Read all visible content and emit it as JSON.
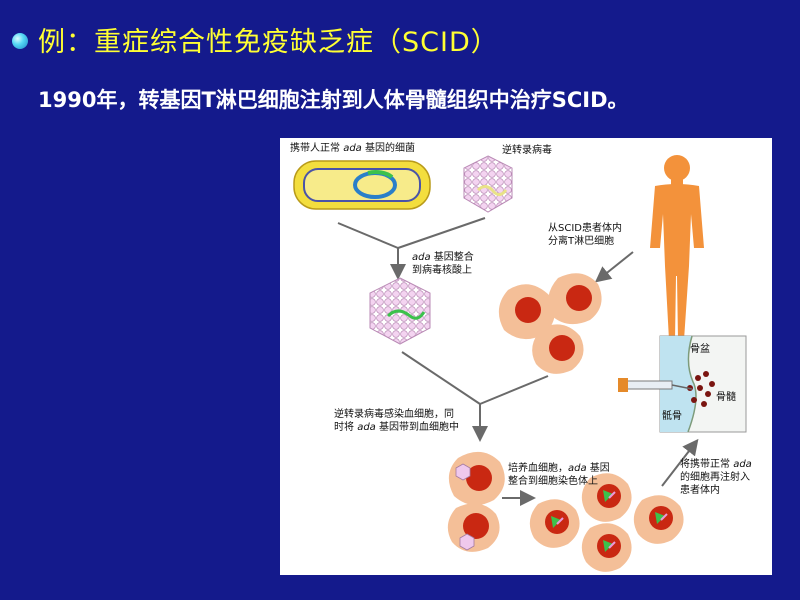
{
  "slide": {
    "title": "例：重症综合性免疫缺乏症（SCID）",
    "subtitle": "1990年，转基因T淋巴细胞注射到人体骨髓组织中治疗SCID。"
  },
  "diagram": {
    "bacteria_label": {
      "pre": "携带人正常 ",
      "ada": "ada",
      "post": " 基因的细菌"
    },
    "retrovirus_label": "逆转录病毒",
    "isolate_line1": "从SCID患者体内",
    "isolate_line2": "分离T淋巴细胞",
    "integrate_line1": {
      "ada": "ada",
      "post": " 基因整合"
    },
    "integrate_line2": "到病毒核酸上",
    "bone_top": "骨盆",
    "bone_marrow": "骨髓",
    "bone_ilium": "骶骨",
    "infect_line1": "逆转录病毒感染血细胞，同",
    "infect_line2": {
      "pre": "时将 ",
      "ada": "ada",
      "post": " 基因带到血细胞中"
    },
    "culture_line1": {
      "pre": "培养血细胞，",
      "ada": "ada",
      "post": " 基因"
    },
    "culture_line2": "整合到细胞染色体上",
    "reinject_line1": {
      "pre": "将携带正常 ",
      "ada": "ada"
    },
    "reinject_line2": "的细胞再注射入",
    "reinject_line3": "患者体内"
  },
  "colors": {
    "background": "#141a8c",
    "title": "#ffff33",
    "subtitle": "#ffffff",
    "cell_outer": "#f4bf98",
    "cell_nucleus": "#c92812",
    "virus": "#efc8ec",
    "human": "#f3923b",
    "bacteria": "#f3de3e",
    "arrow": "#6a6a6a"
  }
}
